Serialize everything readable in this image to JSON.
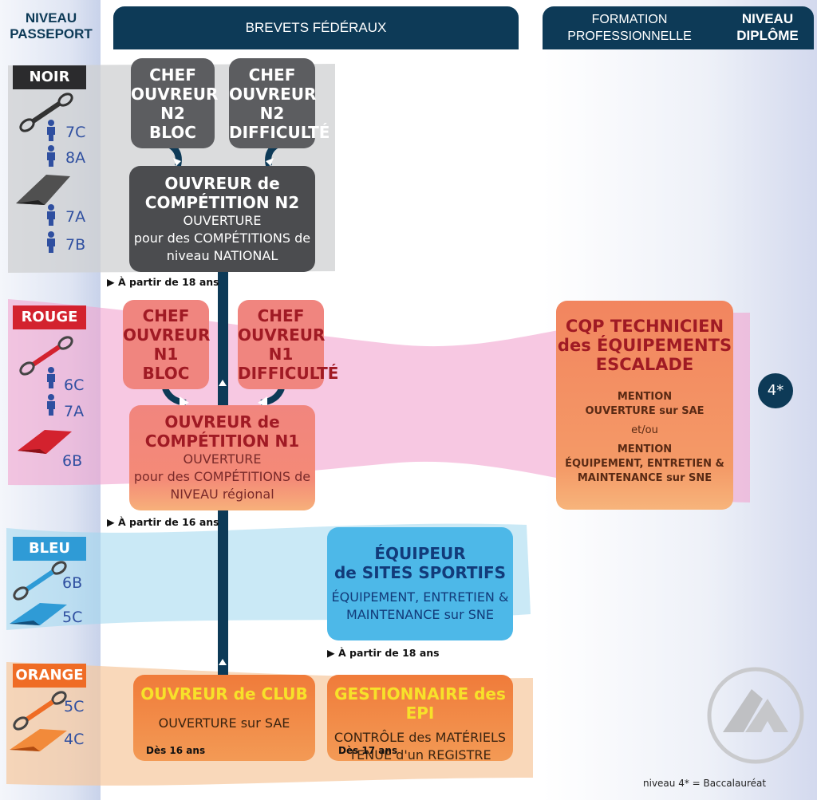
{
  "headers": {
    "niveau_passeport": [
      "NIVEAU",
      "PASSEPORT"
    ],
    "brevets": "BREVETS FÉDÉRAUX",
    "formation": [
      "FORMATION",
      "PROFESSIONNELLE"
    ],
    "niveau_diplome": [
      "NIVEAU",
      "DIPLÔME"
    ]
  },
  "levels": {
    "noir": {
      "label": "NOIR",
      "color": "#2b2b2d",
      "grades": [
        "7C",
        "8A",
        "7A",
        "7B"
      ]
    },
    "rouge": {
      "label": "ROUGE",
      "color": "#d3222e",
      "grades": [
        "6C",
        "7A",
        "6B"
      ]
    },
    "bleu": {
      "label": "BLEU",
      "color": "#2f9bd6",
      "grades": [
        "6B",
        "5C"
      ]
    },
    "orange": {
      "label": "ORANGE",
      "color": "#ef6c25",
      "grades": [
        "5C",
        "4C"
      ]
    }
  },
  "boxes": {
    "chef_n2_bloc": [
      "CHEF",
      "OUVREUR",
      "N2",
      "BLOC"
    ],
    "chef_n2_diff": [
      "CHEF",
      "OUVREUR",
      "N2",
      "DIFFICULTÉ"
    ],
    "ouvreur_n2": {
      "title": [
        "OUVREUR de",
        "COMPÉTITION N2"
      ],
      "body": [
        "OUVERTURE",
        "pour des COMPÉTITIONS de",
        "niveau NATIONAL"
      ]
    },
    "chef_n1_bloc": [
      "CHEF",
      "OUVREUR",
      "N1",
      "BLOC"
    ],
    "chef_n1_diff": [
      "CHEF",
      "OUVREUR",
      "N1",
      "DIFFICULTÉ"
    ],
    "ouvreur_n1": {
      "title": [
        "OUVREUR de",
        "COMPÉTITION N1"
      ],
      "body": [
        "OUVERTURE",
        "pour des COMPÉTITIONS de",
        "NIVEAU régional"
      ]
    },
    "equipeur": {
      "title": [
        "ÉQUIPEUR",
        "de SITES SPORTIFS"
      ],
      "body": [
        "ÉQUIPEMENT, ENTRETIEN &",
        "MAINTENANCE sur SNE"
      ]
    },
    "ouvreur_club": {
      "title": "OUVREUR de CLUB",
      "body": "OUVERTURE sur SAE",
      "age": "Dès 16 ans"
    },
    "gestionnaire": {
      "title": "GESTIONNAIRE des EPI",
      "body": [
        "CONTRÔLE des MATÉRIELS",
        "TENUE d'un REGISTRE"
      ],
      "age": "Dès 17 ans"
    },
    "cqp": {
      "title": [
        "CQP TECHNICIEN",
        "des ÉQUIPEMENTS",
        "ESCALADE"
      ],
      "m1": [
        "MENTION",
        "OUVERTURE sur SAE"
      ],
      "or": "et/ou",
      "m2": [
        "MENTION",
        "ÉQUIPEMENT, ENTRETIEN &",
        "MAINTENANCE sur SNE"
      ]
    }
  },
  "ages": {
    "a18_top": "À partir de 18 ans",
    "a16": "À partir de 16 ans",
    "a18_blue": "À partir de 18 ans"
  },
  "level_badge": "4*",
  "footnote": "niveau 4* = Baccalauréat"
}
